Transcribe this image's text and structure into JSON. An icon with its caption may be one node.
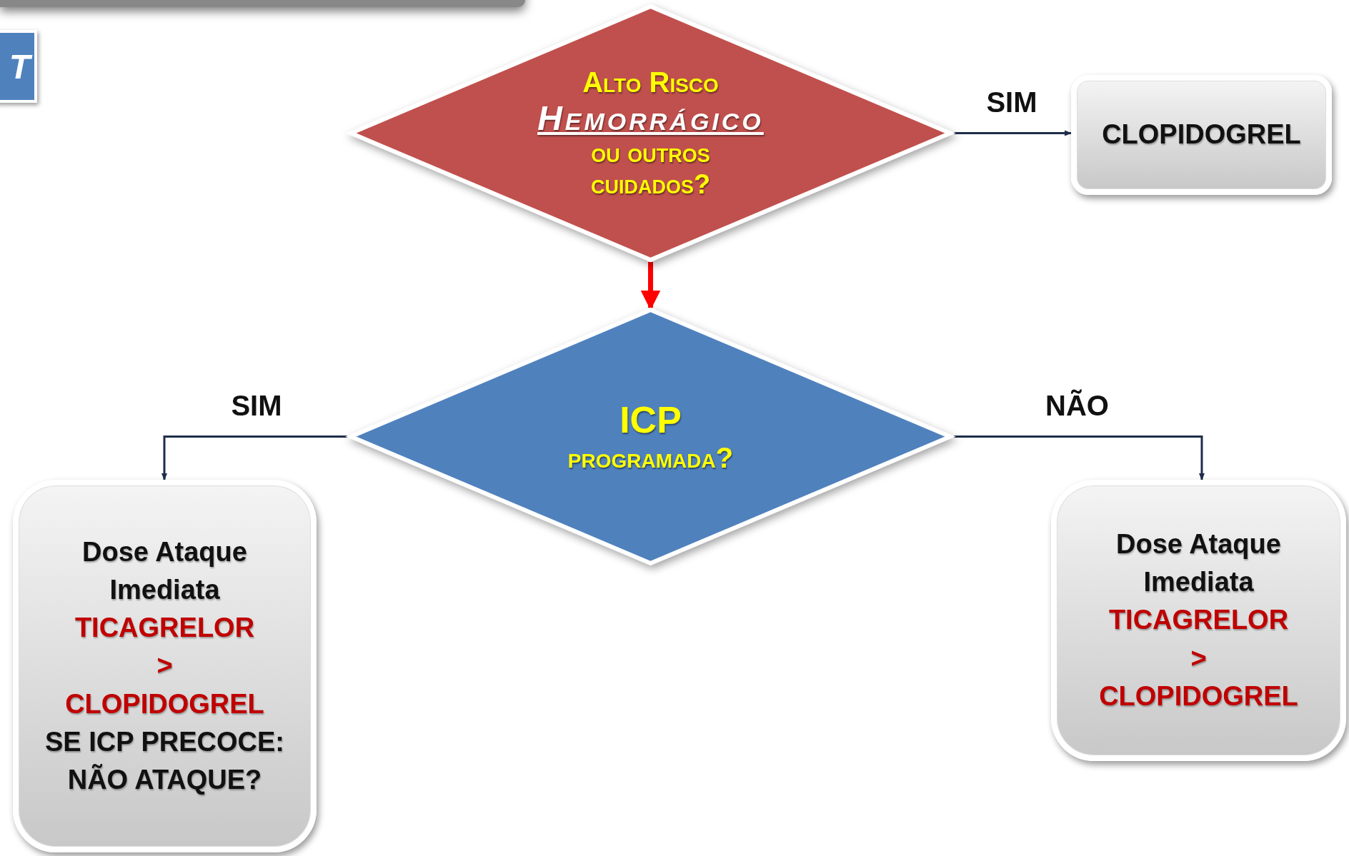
{
  "diagram": {
    "nodes": [
      {
        "text": [
          "Alto Risco",
          "Hemorrágico",
          "ou outros cuidados?"
        ]
      },
      {
        "text": [
          "CLOPIDOGREL"
        ]
      },
      {
        "text": [
          "ICP",
          "programada?"
        ]
      },
      {
        "text": [
          "Dose Ataque Imediata",
          "TICAGRELOR > CLOPIDOGREL",
          "SE ICP PRECOCE: NÃO ATAQUE?"
        ]
      },
      {
        "text": [
          "Dose Ataque Imediata",
          "TICAGRELOR > CLOPIDOGREL"
        ]
      }
    ],
    "edges": [
      {
        "from": 0,
        "to": 1,
        "arrow": "to",
        "label": "SIM"
      },
      {
        "from": 0,
        "to": 2,
        "arrow": "to",
        "style": "thick",
        "color": "#ff0000"
      },
      {
        "from": 2,
        "to": 3,
        "arrow": "to",
        "label": "SIM"
      },
      {
        "from": 2,
        "to": 4,
        "arrow": "to",
        "label": "NÃO"
      }
    ],
    "labels": [
      "T"
    ]
  }
}
